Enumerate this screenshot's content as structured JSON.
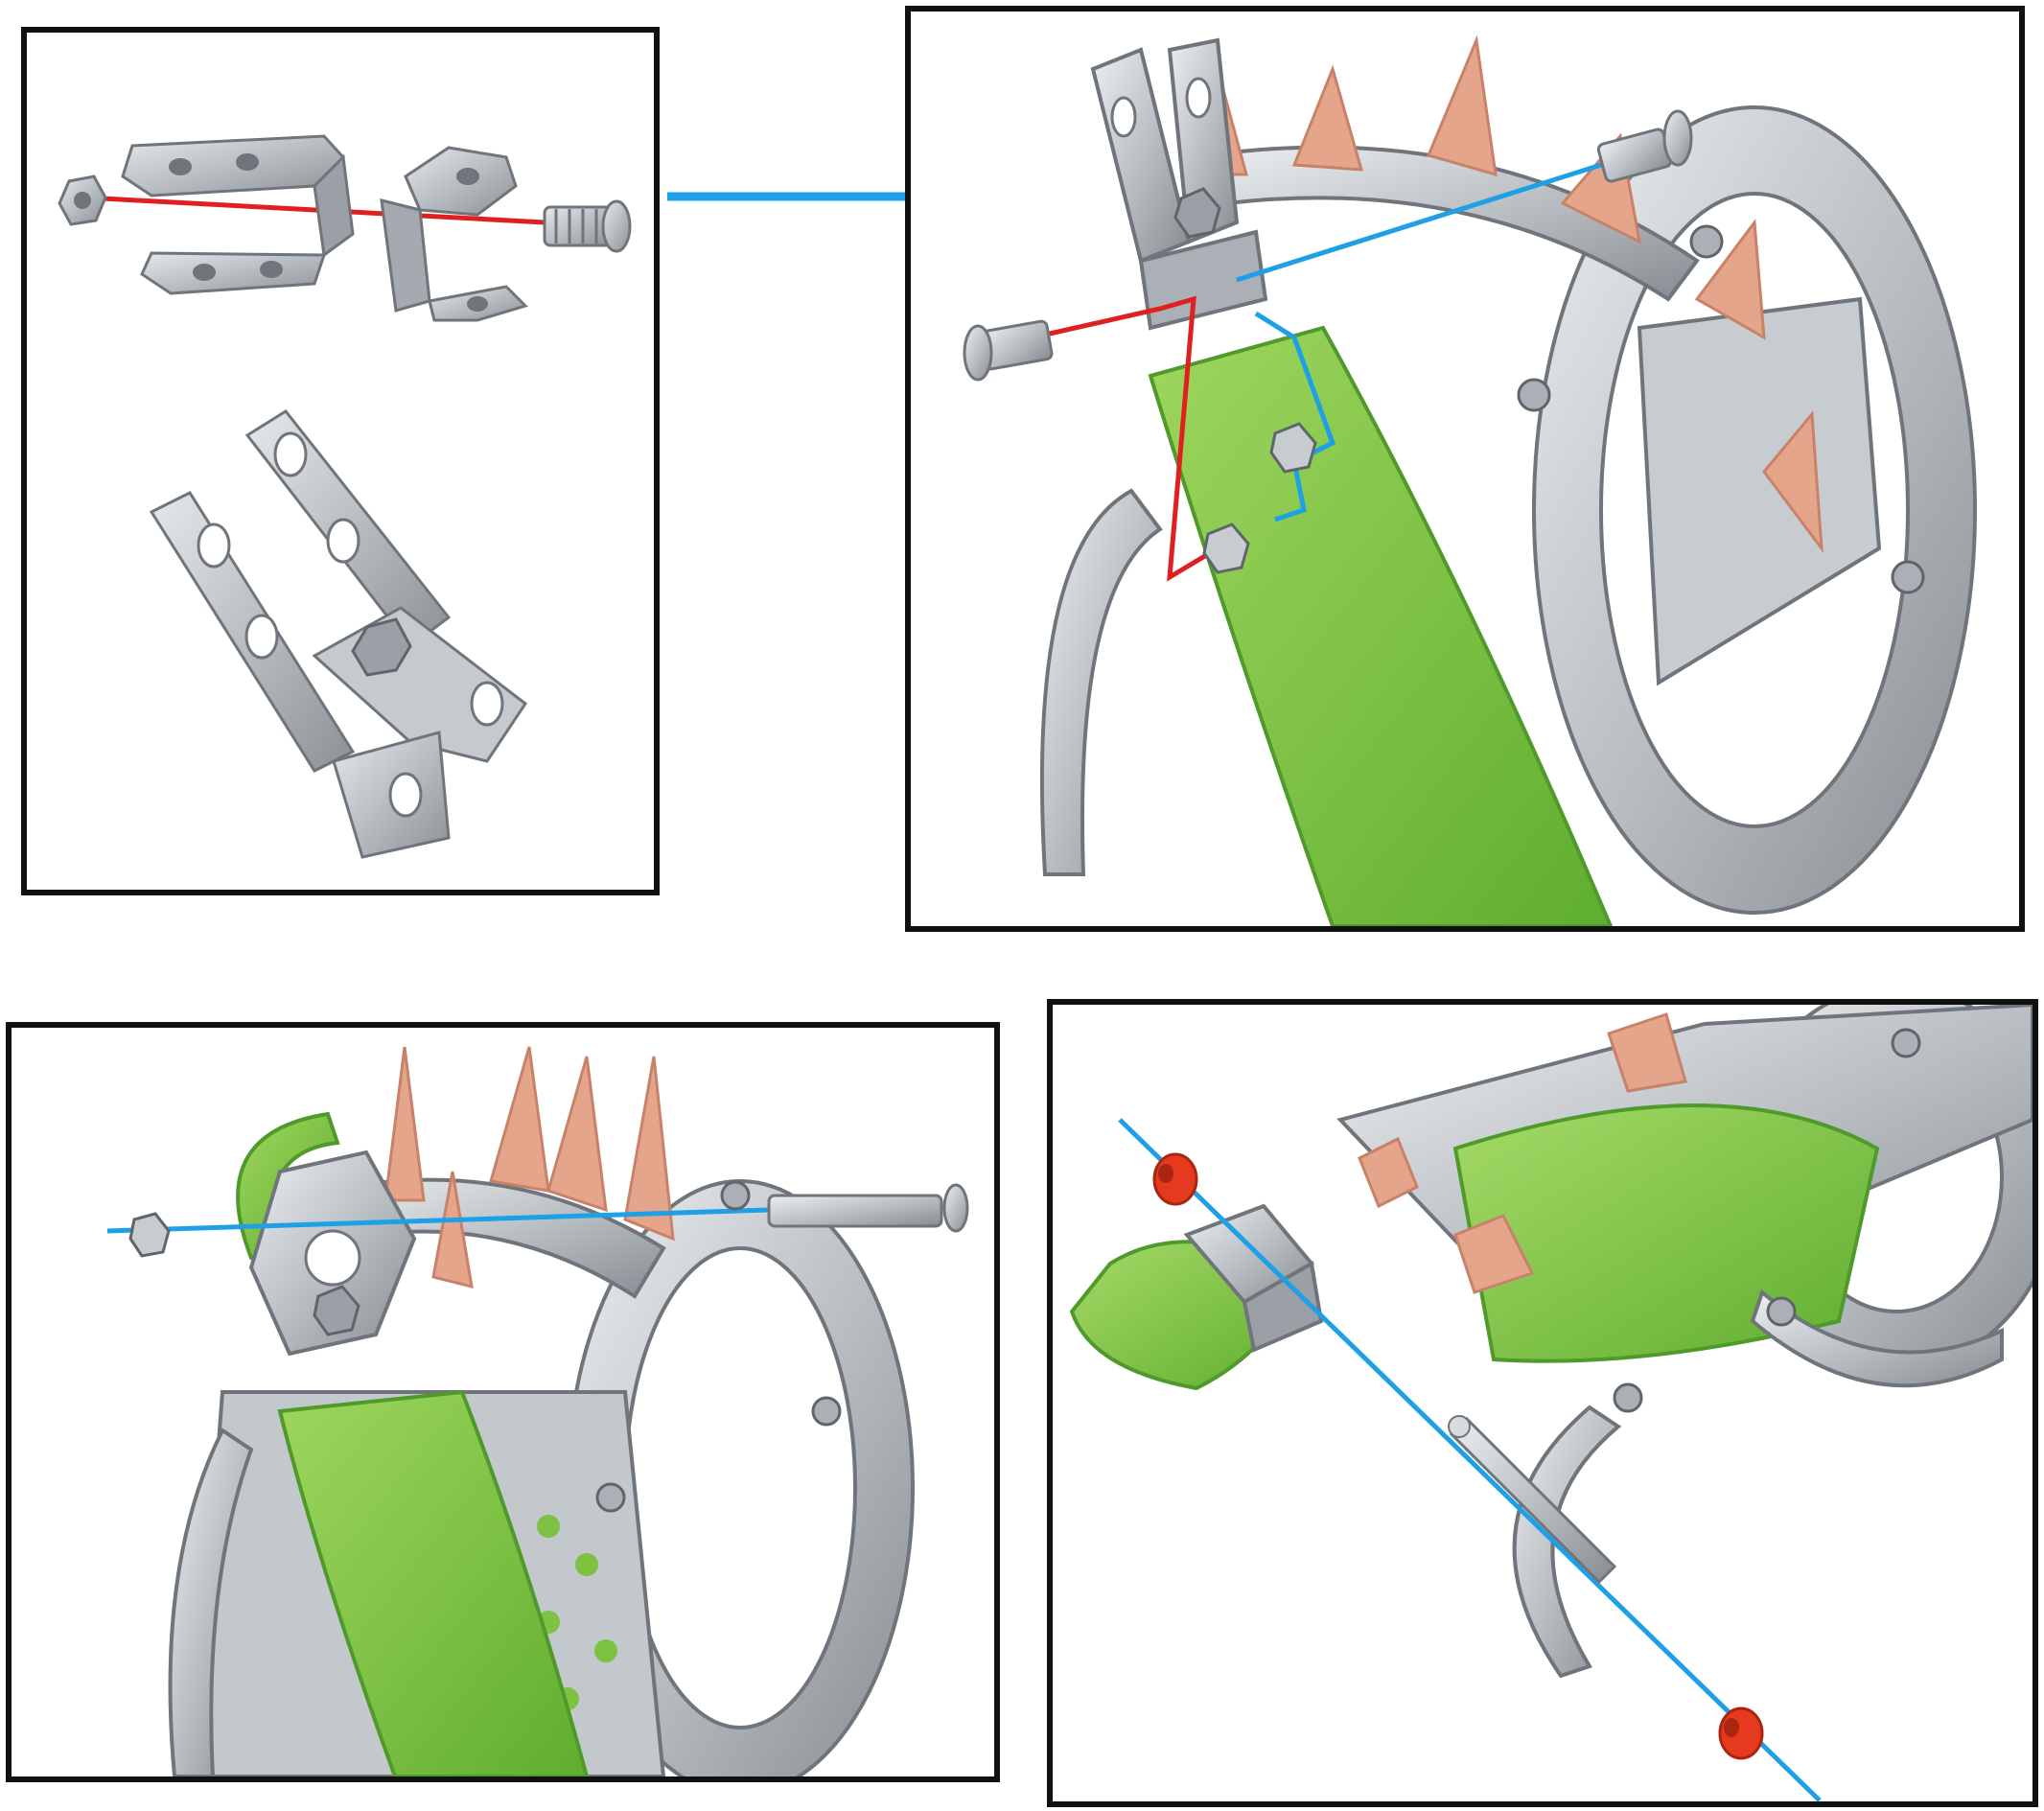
{
  "colors": {
    "steel": "#b7bcc1",
    "steel_dark": "#7e848a",
    "steel_light": "#e2e5e8",
    "plastic_green": "#7dc242",
    "plastic_green_dark": "#4f9a2a",
    "copper": "#e5a58b",
    "copper_dark": "#c9826a",
    "guide_red": "#e02020",
    "guide_blue": "#1ea0e6",
    "spacer_red": "#e63a1e",
    "frame": "#111111"
  },
  "icons": {
    "nut": "hex-nut-icon",
    "screw": "screw-icon",
    "bracket": "angle-bracket-icon",
    "axle": "axle-rod-icon",
    "spacer": "spacer-ring-icon",
    "arrow": "arrow-right-icon"
  },
  "steps": [
    {
      "id": "step-1",
      "parts": [
        "nut",
        "angle-bracket",
        "angle-bracket",
        "screw"
      ],
      "guide_color": "red"
    },
    {
      "id": "step-2",
      "parts": [
        "screw",
        "nut",
        "nut"
      ],
      "guide_color": "red+blue"
    },
    {
      "id": "step-3",
      "parts": [
        "nut",
        "long-screw"
      ],
      "guide_color": "blue"
    },
    {
      "id": "step-4",
      "parts": [
        "spacer",
        "axle",
        "spacer"
      ],
      "guide_color": "blue"
    }
  ]
}
